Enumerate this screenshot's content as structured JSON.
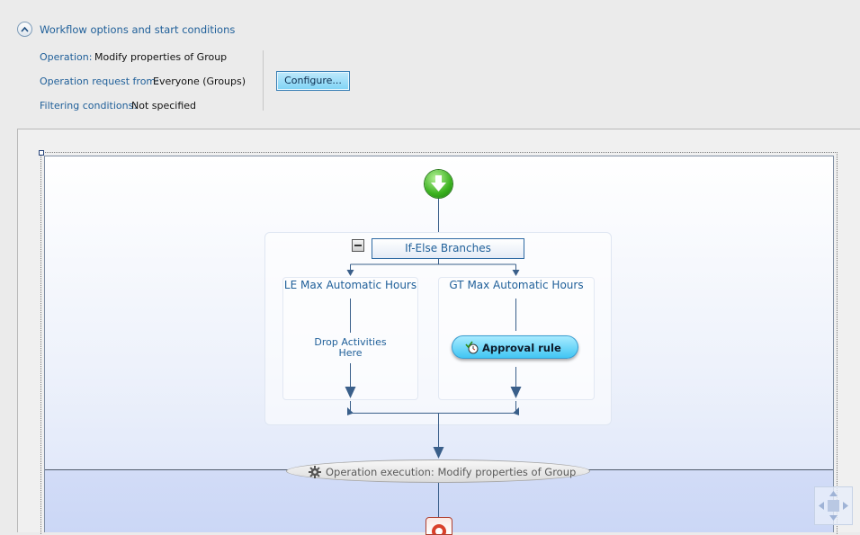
{
  "header": {
    "section_title": "Workflow options and start conditions",
    "operation_label": "Operation:",
    "operation_value": "Modify properties of Group",
    "request_label": "Operation request from:",
    "request_value": "Everyone (Groups)",
    "filtering_label": "Filtering conditions:",
    "filtering_value": "Not specified",
    "configure_button": "Configure..."
  },
  "workflow": {
    "ifelse_title": "If-Else Branches",
    "branches": [
      {
        "title": "LE Max Automatic Hours",
        "content_line1": "Drop Activities",
        "content_line2": "Here"
      },
      {
        "title": "GT Max Automatic Hours",
        "activity": "Approval rule"
      }
    ],
    "operation_execution": "Operation execution: Modify properties of Group"
  },
  "colors": {
    "link_blue": "#1f5f99",
    "approval_fill": "#41c6f3",
    "start_green": "#3bb21f",
    "connector": "#3a5f8a"
  },
  "icons": [
    "chevron-up-icon",
    "start-arrow-icon",
    "collapse-minus-icon",
    "approval-rule-icon",
    "gear-icon",
    "stop-icon",
    "pan-icon"
  ]
}
